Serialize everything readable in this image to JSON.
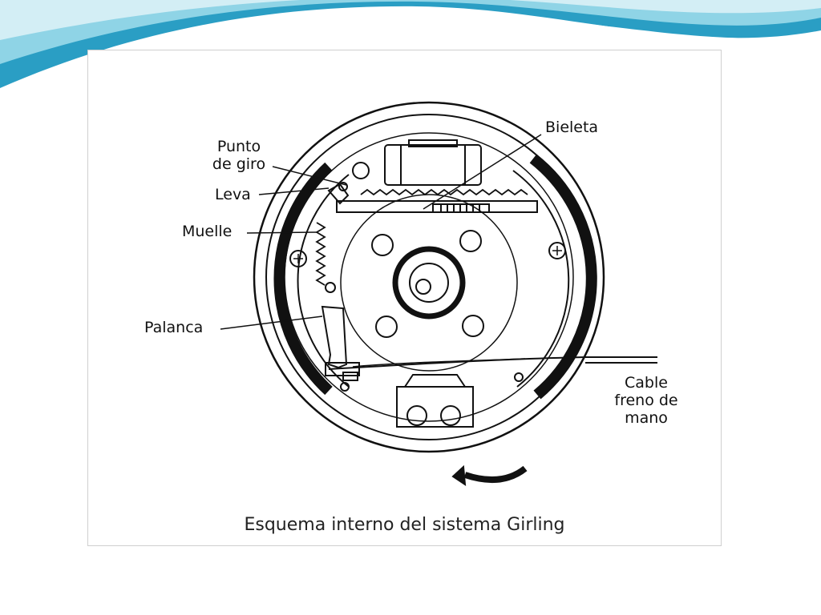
{
  "theme": {
    "wave_dark": "#2a9ec4",
    "wave_light": "#8fd4e6",
    "wave_pale": "#d3eef5",
    "ink": "#111111"
  },
  "labels": {
    "punto_de_giro": [
      "Punto",
      "de giro"
    ],
    "leva": "Leva",
    "muelle": "Muelle",
    "palanca": "Palanca",
    "bieleta": "Bieleta",
    "cable_freno_de_mano": [
      "Cable",
      "freno de",
      "mano"
    ]
  },
  "caption": "Esquema interno del sistema Girling"
}
